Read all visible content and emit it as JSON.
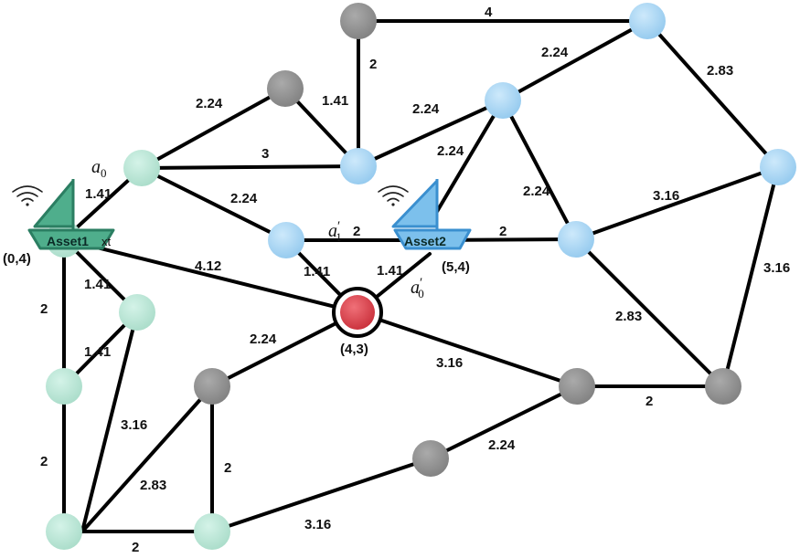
{
  "colors": {
    "teal": "#b7e6d6",
    "blue": "#a8d6f5",
    "gray": "#8c8c8c",
    "red": "#d8404a",
    "asset1": "#3d9c7e",
    "asset2": "#58a6dd"
  },
  "nodes": [
    {
      "id": "g_top",
      "type": "gray"
    },
    {
      "id": "b_topright",
      "type": "blue"
    },
    {
      "id": "g_mid",
      "type": "gray"
    },
    {
      "id": "b_m1",
      "type": "blue"
    },
    {
      "id": "b_r1",
      "type": "blue"
    },
    {
      "id": "t_a0",
      "type": "teal"
    },
    {
      "id": "b_center",
      "type": "blue"
    },
    {
      "id": "b_right",
      "type": "blue"
    },
    {
      "id": "b_farright",
      "type": "blue"
    },
    {
      "id": "t_asset1",
      "type": "teal"
    },
    {
      "id": "t_3",
      "type": "teal"
    },
    {
      "id": "r_target",
      "type": "red"
    },
    {
      "id": "t_4",
      "type": "teal"
    },
    {
      "id": "g_l",
      "type": "gray"
    },
    {
      "id": "g_r1",
      "type": "gray"
    },
    {
      "id": "g_r2",
      "type": "gray"
    },
    {
      "id": "g_b",
      "type": "gray"
    },
    {
      "id": "t_bl",
      "type": "teal"
    },
    {
      "id": "t_bm",
      "type": "teal"
    }
  ],
  "edges": [
    {
      "id": "e1",
      "weight": "4"
    },
    {
      "id": "e2",
      "weight": "2"
    },
    {
      "id": "e3",
      "weight": "1.41"
    },
    {
      "id": "e4",
      "weight": "2.24"
    },
    {
      "id": "e5",
      "weight": "3"
    },
    {
      "id": "e6",
      "weight": "2.24"
    },
    {
      "id": "e7",
      "weight": "2.24"
    },
    {
      "id": "e8",
      "weight": "2.83"
    },
    {
      "id": "e9",
      "weight": "1.41"
    },
    {
      "id": "e10",
      "weight": "2.24"
    },
    {
      "id": "e11",
      "weight": "2.24"
    },
    {
      "id": "e12",
      "weight": "2.24"
    },
    {
      "id": "e13",
      "weight": "2"
    },
    {
      "id": "e14",
      "weight": "3.16"
    },
    {
      "id": "e15",
      "weight": "2"
    },
    {
      "id": "e16",
      "weight": "2.83"
    },
    {
      "id": "e17",
      "weight": "3.16"
    },
    {
      "id": "e18",
      "weight": "4.12"
    },
    {
      "id": "e19",
      "weight": "1.41"
    },
    {
      "id": "e20",
      "weight": "1.41"
    },
    {
      "id": "e21",
      "weight": "1.41"
    },
    {
      "id": "e22",
      "weight": "2"
    },
    {
      "id": "e23",
      "weight": "1.41"
    },
    {
      "id": "e24",
      "weight": "2"
    },
    {
      "id": "e25",
      "weight": "3.16"
    },
    {
      "id": "e26",
      "weight": "2.24"
    },
    {
      "id": "e27",
      "weight": "3.16"
    },
    {
      "id": "e28",
      "weight": "2"
    },
    {
      "id": "e29",
      "weight": "2.24"
    },
    {
      "id": "e30",
      "weight": "2.83"
    },
    {
      "id": "e31",
      "weight": "2"
    },
    {
      "id": "e32",
      "weight": "2"
    },
    {
      "id": "e33",
      "weight": "3.16"
    }
  ],
  "labels": {
    "a0": "a",
    "a0_sub": "0",
    "a1p": "a",
    "a1p_prime": "′",
    "a1p_sub": "1",
    "a0p": "a",
    "a0p_prime": "′",
    "a0p_sub": "0",
    "asset1": "Asset1",
    "asset1_suffix": "xt",
    "asset2": "Asset2",
    "coord_asset1": "(0,4)",
    "coord_asset2": "(5,4)",
    "coord_target": "(4,3)"
  },
  "icons": [
    "wifi-icon",
    "sailboat-icon"
  ]
}
